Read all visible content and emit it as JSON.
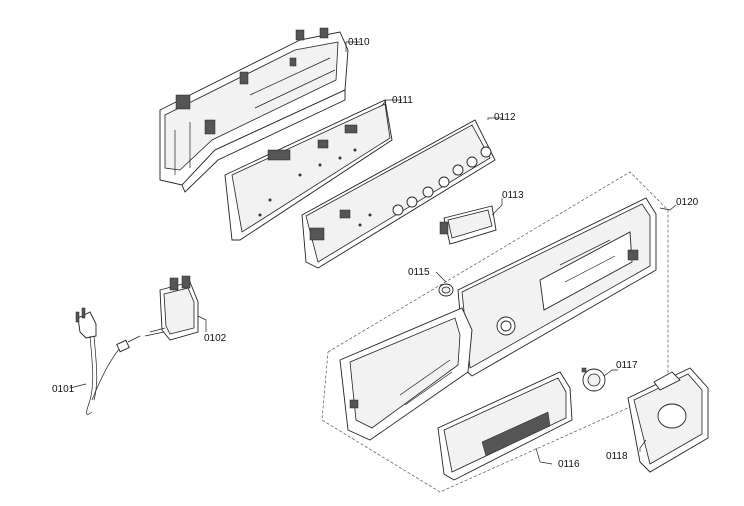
{
  "callouts": [
    {
      "id": "0110",
      "label": "0110"
    },
    {
      "id": "0111",
      "label": "0111"
    },
    {
      "id": "0112",
      "label": "0112"
    },
    {
      "id": "0113",
      "label": "0113"
    },
    {
      "id": "0120",
      "label": "0120"
    },
    {
      "id": "0115",
      "label": "0115"
    },
    {
      "id": "0102",
      "label": "0102"
    },
    {
      "id": "0101",
      "label": "0101"
    },
    {
      "id": "0117",
      "label": "0117"
    },
    {
      "id": "0116",
      "label": "0116"
    },
    {
      "id": "0118",
      "label": "0118"
    }
  ]
}
